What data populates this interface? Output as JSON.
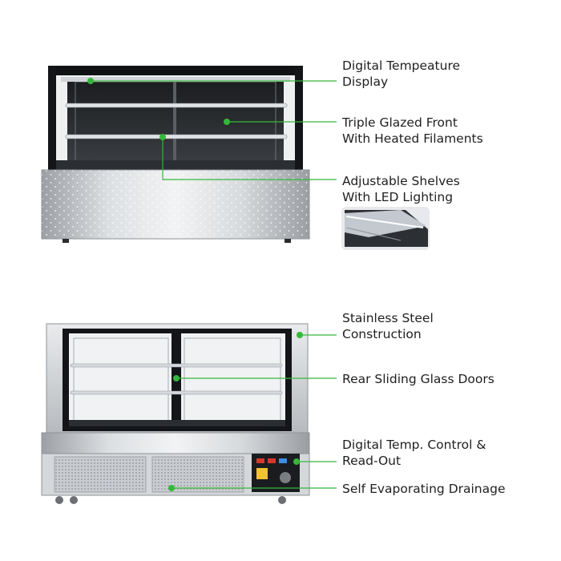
{
  "accent_color": "#35b83a",
  "front_view": {
    "callouts": [
      {
        "lines": [
          "Digital Tempeature",
          "Display"
        ]
      },
      {
        "lines": [
          "Triple Glazed Front",
          "With Heated Filaments"
        ]
      },
      {
        "lines": [
          "Adjustable Shelves",
          "With LED Lighting"
        ]
      }
    ]
  },
  "rear_view": {
    "callouts": [
      {
        "lines": [
          "Stainless Steel",
          "Construction"
        ]
      },
      {
        "lines": [
          "Rear Sliding Glass Doors"
        ]
      },
      {
        "lines": [
          "Digital Temp. Control &",
          "Read-Out"
        ]
      },
      {
        "lines": [
          "Self Evaporating Drainage"
        ]
      }
    ]
  }
}
